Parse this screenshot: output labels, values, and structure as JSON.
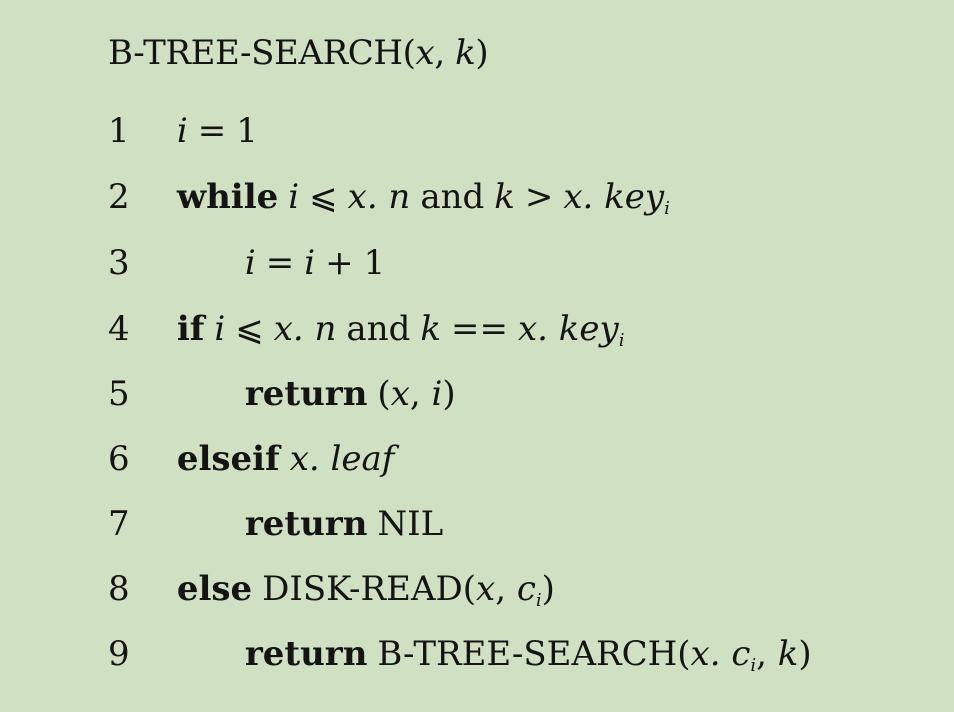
{
  "title": {
    "name": "B-TREE-SEARCH",
    "open": "(",
    "arg1": "x",
    "comma": ", ",
    "arg2": "k",
    "close": ")"
  },
  "lines": [
    {
      "number": "1",
      "var1": "i",
      "op": "=",
      "value": "1"
    },
    {
      "number": "2",
      "keyword": "while",
      "var1": "i",
      "op1": "⩽",
      "expr1": "x. n",
      "and": "and",
      "var2": "k",
      "op2": ">",
      "expr2": "x. key",
      "sub": "i"
    },
    {
      "number": "3",
      "lhs": "i",
      "op1": "=",
      "rhs1": "i",
      "op2": "+",
      "rhs2": "1"
    },
    {
      "number": "4",
      "keyword": "if",
      "var1": "i",
      "op1": "⩽",
      "expr1": "x. n",
      "and": "and",
      "var2": "k",
      "op2": "==",
      "expr2": "x. key",
      "sub": "i"
    },
    {
      "number": "5",
      "keyword": "return",
      "open": "(",
      "arg1": "x",
      "comma": ", ",
      "arg2": "i",
      "close": ")"
    },
    {
      "number": "6",
      "keyword": "elseif",
      "expr": "x. leaf"
    },
    {
      "number": "7",
      "keyword": "return",
      "value": "NIL"
    },
    {
      "number": "8",
      "keyword": "else",
      "call": "DISK-READ",
      "open": "(",
      "arg1": "x",
      "comma": ", ",
      "arg2": "c",
      "sub": "i",
      "close": ")"
    },
    {
      "number": "9",
      "keyword": "return",
      "call": "B-TREE-SEARCH",
      "open": "(",
      "arg1": "x. c",
      "sub": "i",
      "comma": ", ",
      "arg2": "k",
      "close": ")"
    }
  ]
}
